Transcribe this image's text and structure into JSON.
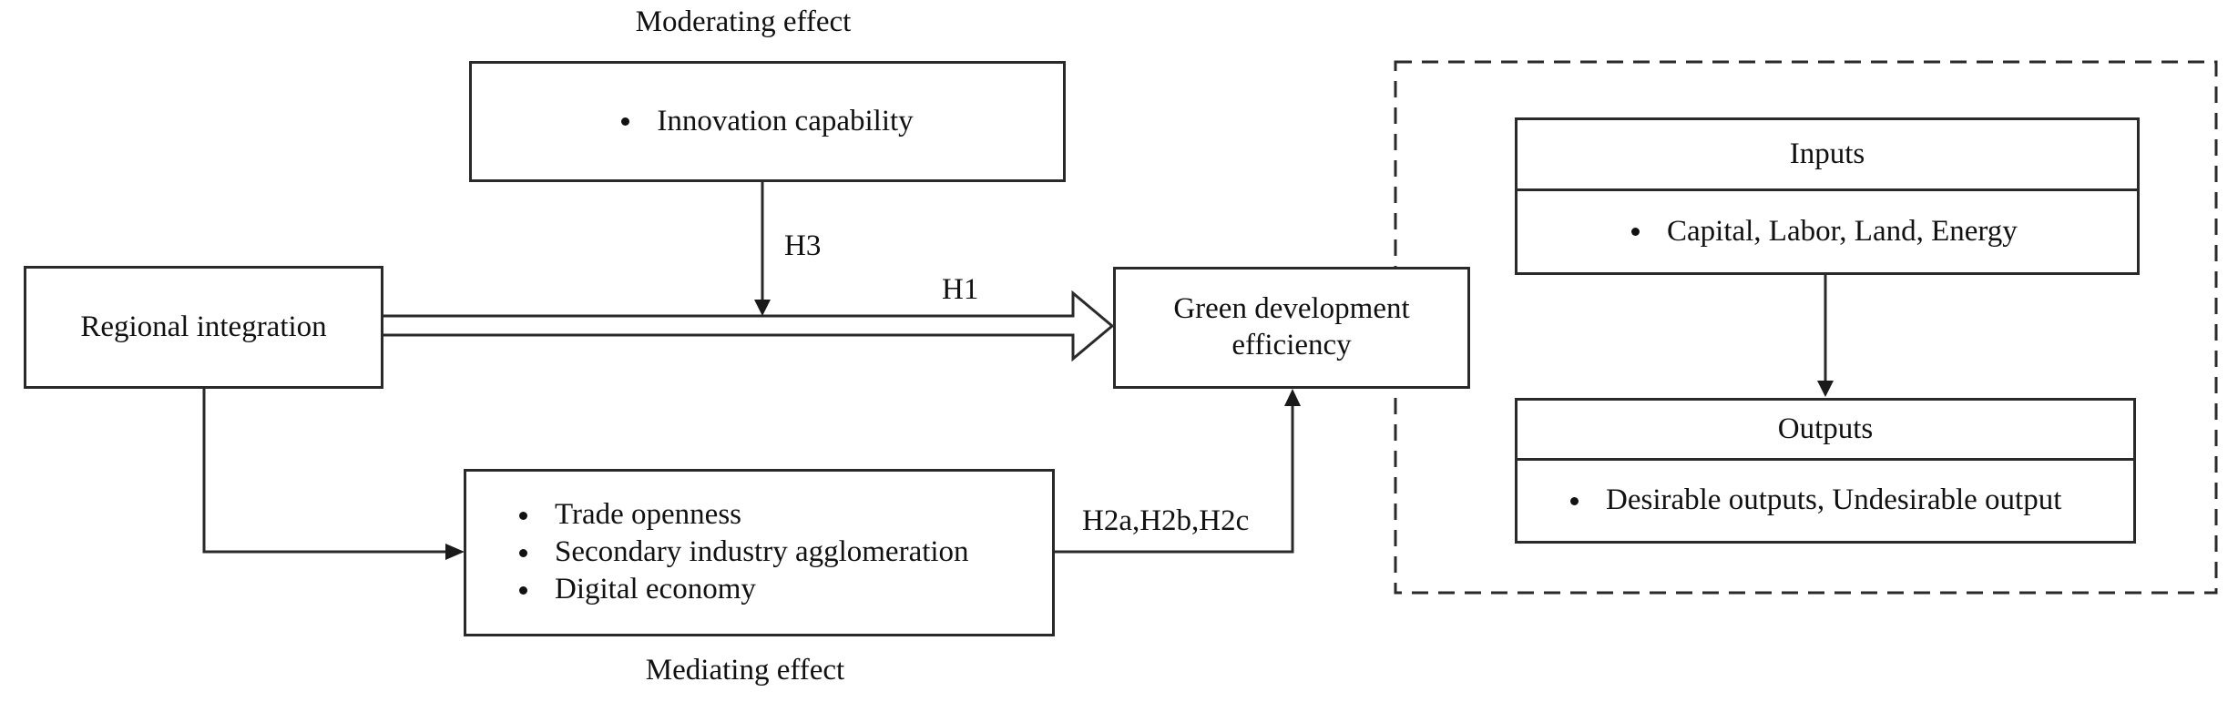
{
  "diagram": {
    "moderating": {
      "title": "Moderating effect",
      "item": "Innovation capability"
    },
    "regional_box": {
      "label": "Regional integration"
    },
    "green_box": {
      "label": "Green development efficiency"
    },
    "mediating": {
      "title": "Mediating effect",
      "items": [
        "Trade openness",
        "Secondary industry agglomeration",
        "Digital economy"
      ]
    },
    "hypotheses": {
      "h1": "H1",
      "h2": "H2a,H2b,H2c",
      "h3": "H3"
    },
    "dea_frame": {
      "inputs": {
        "title": "Inputs",
        "item": "Capital, Labor, Land, Energy"
      },
      "outputs": {
        "title": "Outputs",
        "item": "Desirable outputs, Undesirable output"
      }
    },
    "colors": {
      "line": "#2a2a2a",
      "text": "#111111",
      "background": "#ffffff"
    }
  }
}
